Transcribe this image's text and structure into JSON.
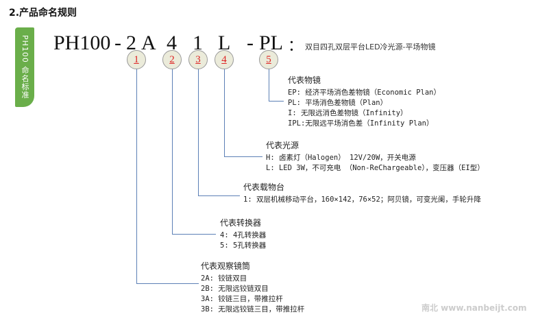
{
  "title": "2.产品命名规则",
  "tab_label": "PH100 命名标准",
  "model": {
    "parts": [
      "PH100",
      "-",
      "2",
      "A",
      "4",
      "1",
      "L",
      "-",
      "PL",
      "："
    ]
  },
  "subtitle": "双目四孔双层平台LED冷光源-平场物镜",
  "markers": [
    "1",
    "2",
    "3",
    "4",
    "5"
  ],
  "blocks": {
    "objective": {
      "heading": "代表物镜",
      "rows": [
        {
          "code": "EP: ",
          "text": "经济平场消色差物镜（Economic Plan）"
        },
        {
          "code": "PL: ",
          "text": "平场消色差物镜（Plan）"
        },
        {
          "code": "I:  ",
          "text": "无限远消色差物镜（Infinity）"
        },
        {
          "code": "IPL:",
          "text": "无限远平场消色差（Infinity Plan）"
        }
      ]
    },
    "light": {
      "heading": "代表光源",
      "rows": [
        {
          "code": "H: ",
          "text": "卤素灯（Halogen） 12V/20W，开关电源"
        },
        {
          "code": "L: ",
          "text": "LED 3W，不可充电 （Non-ReChargeable），变压器（EI型）"
        }
      ]
    },
    "stage": {
      "heading": "代表载物台",
      "rows": [
        {
          "code": "1: ",
          "text": "双层机械移动平台，160×142，76×52；阿贝镜，可变光阑，手轮升降"
        }
      ]
    },
    "nosepiece": {
      "heading": "代表转换器",
      "rows": [
        {
          "code": "4: ",
          "text": "4孔转换器"
        },
        {
          "code": "5: ",
          "text": "5孔转换器"
        }
      ]
    },
    "head": {
      "heading": "代表观察镜筒",
      "rows": [
        {
          "code": "2A: ",
          "text": "铰链双目"
        },
        {
          "code": "2B: ",
          "text": "无限远铰链双目"
        },
        {
          "code": "3A: ",
          "text": "铰链三目，带推拉杆"
        },
        {
          "code": "3B: ",
          "text": "无限远铰链三目，带推拉杆"
        }
      ]
    }
  },
  "watermark": "南北 www.nanbeijt.com"
}
